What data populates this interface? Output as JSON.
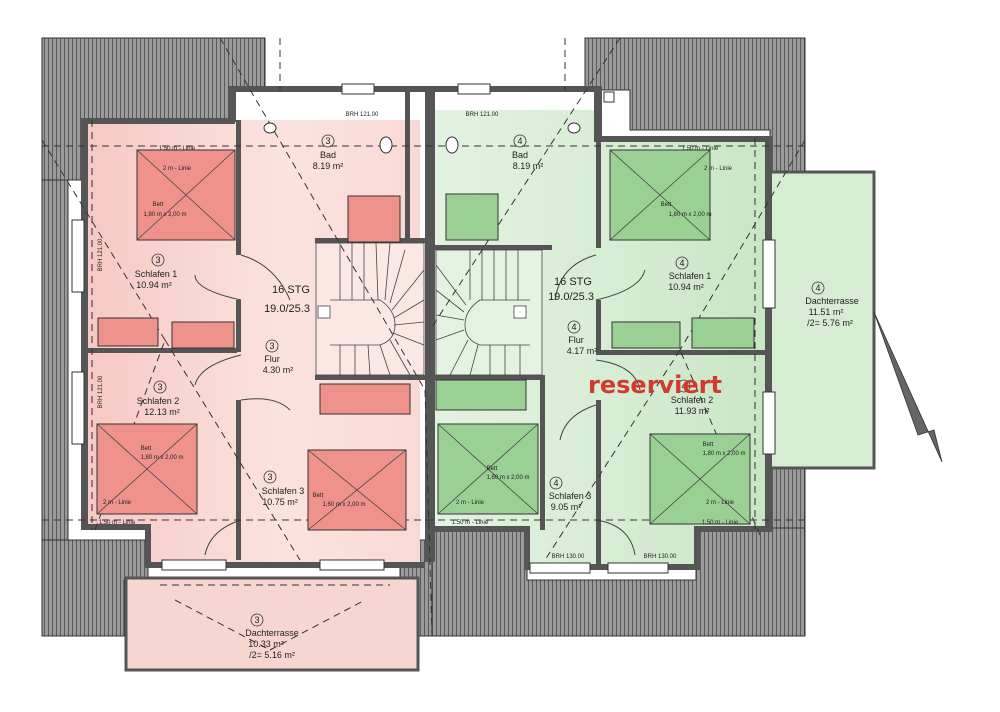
{
  "colors": {
    "left_unit": "#f8d6d2",
    "left_furniture": "#ef8f8a",
    "right_unit": "#d4ebd2",
    "right_furniture": "#98cf92",
    "walls": "#555555",
    "stamp": "#d03a2f"
  },
  "stamp": "reserviert",
  "left": {
    "bad": {
      "num": "3",
      "name": "Bad",
      "area": "8.19 m²"
    },
    "schlafen1": {
      "num": "3",
      "name": "Schlafen 1",
      "area": "10.94 m²"
    },
    "schlafen2": {
      "num": "3",
      "name": "Schlafen 2",
      "area": "12.13 m²"
    },
    "schlafen3": {
      "num": "3",
      "name": "Schlafen 3",
      "area": "10.75 m²"
    },
    "flur": {
      "num": "3",
      "name": "Flur",
      "area": "4.30 m²"
    },
    "stg": {
      "count": "16 STG",
      "ratio": "19.0/25.3"
    },
    "terrasse": {
      "num": "3",
      "name": "Dachterrasse",
      "area": "10.33 m²",
      "half": "/2= 5.16 m²"
    },
    "brh_top": "BRH 121.00",
    "brh_left1": "BRH 121.00",
    "brh_left2": "BRH 121.00",
    "line_150_top": "1.50 m - Linie",
    "line_2_top": "2 m - Linie",
    "line_150_bottom": "1.50 m - Linie",
    "line_2_bottom": "2 m - Linie",
    "bed1": {
      "name": "Bett",
      "size": "1,80 m x 2,00 m"
    },
    "bed2": {
      "name": "Bett",
      "size": "1,80 m x 2,00 m"
    },
    "bed3": {
      "name": "Bett",
      "size": "1,60 m x 2,00 m"
    }
  },
  "right": {
    "bad": {
      "num": "4",
      "name": "Bad",
      "area": "8.19 m²"
    },
    "schlafen1": {
      "num": "4",
      "name": "Schlafen 1",
      "area": "10.94 m²"
    },
    "schlafen2": {
      "num": "4",
      "name": "Schlafen 2",
      "area": "11.93 m²"
    },
    "schlafen3": {
      "num": "4",
      "name": "Schlafen 3",
      "area": "9.05 m²"
    },
    "flur": {
      "num": "4",
      "name": "Flur",
      "area": "4.17 m²"
    },
    "stg": {
      "count": "16 STG",
      "ratio": "19.0/25.3"
    },
    "terrasse": {
      "num": "4",
      "name": "Dachterrasse",
      "area": "11.51 m²",
      "half": "/2= 5.76 m²"
    },
    "brh_top": "BRH 121.00",
    "brh_bottom1": "BRH 130.00",
    "brh_bottom2": "BRH 130.00",
    "line_150_top": "1.50 m - Linie",
    "line_2_top": "2 m - Linie",
    "line_150_bottom1": "1.50 m - Linie",
    "line_2_bottom1": "2 m - Linie",
    "line_150_bottom2": "1.50 m - Linie",
    "line_2_bottom2": "2 m - Linie",
    "bed1": {
      "name": "Bett",
      "size": "1,80 m x 2,00 m"
    },
    "bed2": {
      "name": "Bett",
      "size": "1,80 m x 2,00 m"
    },
    "bed3": {
      "name": "Bett",
      "size": "1,60 m x 2,00 m"
    }
  }
}
